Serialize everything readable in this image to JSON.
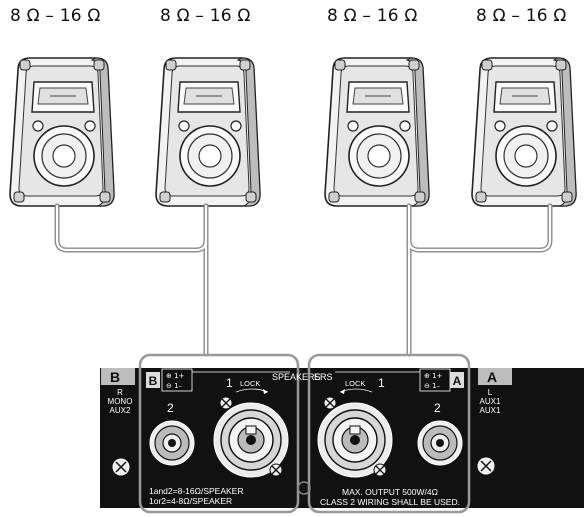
{
  "speakers": [
    {
      "impedance": "8 Ω – 16 Ω"
    },
    {
      "impedance": "8 Ω – 16 Ω"
    },
    {
      "impedance": "8 Ω – 16 Ω"
    },
    {
      "impedance": "8 Ω – 16 Ω"
    }
  ],
  "panel": {
    "left_tab": {
      "letter": "B",
      "line1": "R",
      "line2": "MONO",
      "line3": "AUX2"
    },
    "right_tab": {
      "letter": "A",
      "line1": "L",
      "line2": "AUX1",
      "line3": "AUX1"
    },
    "section_b": {
      "badge": "B",
      "pin_plus": "⊕ 1+",
      "pin_minus": "⊖ 1–",
      "jack1_number": "1",
      "jack2_number": "2",
      "lock_label": "LOCK",
      "speakers_label": "SPEAKERS",
      "note_line1": "1and2=8-16Ω/SPEAKER",
      "note_line2": "1or2=4-8Ω/SPEAKER"
    },
    "section_a": {
      "badge": "A",
      "pin_plus": "⊕ 1+",
      "pin_minus": "⊖ 1–",
      "jack1_number": "1",
      "jack2_number": "2",
      "lock_label": "LOCK",
      "speakers_label": "ERS",
      "note_line1": "MAX. OUTPUT 500W/4Ω",
      "note_line2": "CLASS 2 WIRING SHALL BE USED."
    }
  }
}
